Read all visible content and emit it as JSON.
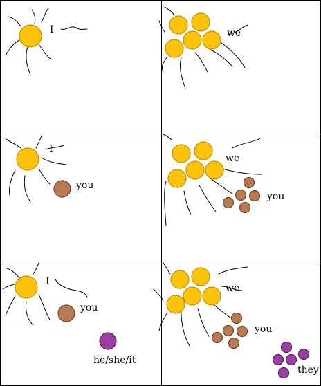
{
  "colors": {
    "sun": "#fdc30a",
    "sun_outline": "#c49000",
    "you_dot": "#b87a52",
    "you_outline": "#6e4328",
    "they_dot": "#9b3fa3",
    "they_outline": "#5a1f60",
    "line": "#000000"
  },
  "panels": [
    {
      "row": 1,
      "col": 1,
      "labels": [
        "I"
      ]
    },
    {
      "row": 1,
      "col": 2,
      "labels": [
        "we"
      ]
    },
    {
      "row": 2,
      "col": 1,
      "labels": [
        "I",
        "you"
      ]
    },
    {
      "row": 2,
      "col": 2,
      "labels": [
        "we",
        "you"
      ]
    },
    {
      "row": 3,
      "col": 1,
      "labels": [
        "I",
        "you",
        "he/she/it"
      ]
    },
    {
      "row": 3,
      "col": 2,
      "labels": [
        "we",
        "you",
        "they"
      ]
    }
  ]
}
